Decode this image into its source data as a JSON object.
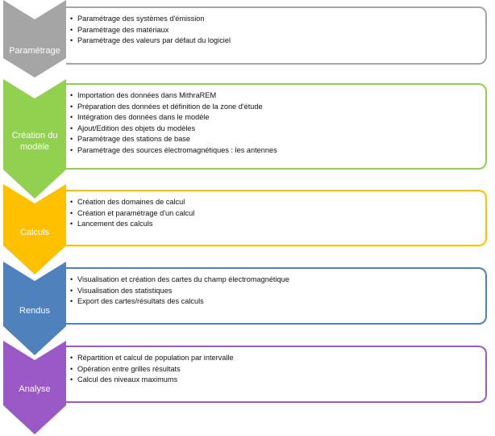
{
  "colors": {
    "gray": "#A5A5A5",
    "green": "#92D050",
    "yellow": "#FFC000",
    "blue": "#4F81BD",
    "purple": "#9B59C8"
  },
  "steps": [
    {
      "label": "Paramétrage",
      "color": "#A5A5A5",
      "items": [
        "Paramétrage des systèmes d'émission",
        "Paramétrage des matériaux",
        "Paramétrage des valeurs par défaut du logiciel"
      ]
    },
    {
      "label": "Création du modèle",
      "color": "#92D050",
      "items": [
        "Importation des données dans MithraREM",
        "Préparation des données et définition de la zone d'étude",
        "Intégration des données dans le modèle",
        "Ajout/Edition des objets du modèles",
        "Paramétrage des stations de base",
        "Paramétrage des sources électromagnétiques : les antennes"
      ]
    },
    {
      "label": "Calculs",
      "color": "#FFC000",
      "items": [
        "Création des domaines de calcul",
        "Création et paramétrage d'un calcul",
        "Lancement des calculs"
      ]
    },
    {
      "label": "Rendus",
      "color": "#4F81BD",
      "items": [
        "Visualisation et création des cartes du champ électromagnétique",
        "Visualisation des statistiques",
        "Export des cartes/résultats des calculs"
      ]
    },
    {
      "label": "Analyse",
      "color": "#9B59C8",
      "items": [
        "Répartition et calcul de population par intervalle",
        "Opération entre grilles résultats",
        "Calcul des niveaux maximums"
      ]
    }
  ]
}
